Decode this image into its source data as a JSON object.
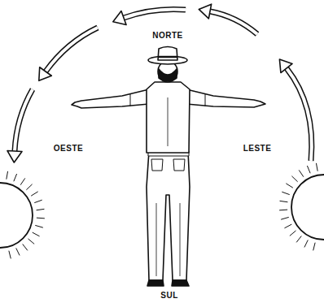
{
  "diagram": {
    "labels": [
      "NORTE",
      "OESTE",
      "LESTE",
      "SUL"
    ]
  }
}
